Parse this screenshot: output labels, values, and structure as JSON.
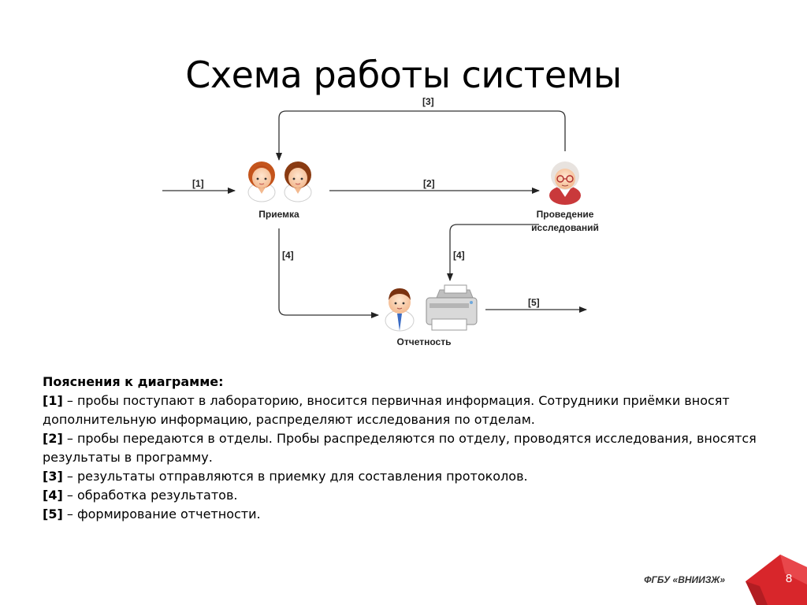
{
  "title": "Схема работы системы",
  "diagram": {
    "nodes": {
      "reception": "Приемка",
      "research_line1": "Проведение",
      "research_line2": "исследований",
      "reporting": "Отчетность"
    },
    "edges": {
      "e1": "[1]",
      "e2": "[2]",
      "e3": "[3]",
      "e4a": "[4]",
      "e4b": "[4]",
      "e5": "[5]"
    },
    "icons": {
      "reception": "two-women-icon",
      "research": "elderly-scientist-icon",
      "reporting_person": "man-with-tie-icon",
      "reporting_device": "printer-icon"
    }
  },
  "notes": {
    "heading": "Пояснения к диаграмме:",
    "items": [
      {
        "tag": "[1]",
        "text": " – пробы поступают в лабораторию, вносится первичная информация. Сотрудники приёмки вносят дополнительную информацию, распределяют исследования по отделам."
      },
      {
        "tag": "[2]",
        "text": " – пробы передаются в отделы. Пробы распределяются по отделу, проводятся исследования, вносятся результаты в программу."
      },
      {
        "tag": "[3]",
        "text": " – результаты отправляются в приемку для составления протоколов."
      },
      {
        "tag": "[4]",
        "text": " – обработка результатов."
      },
      {
        "tag": "[5]",
        "text": " – формирование отчетности."
      }
    ]
  },
  "footer": {
    "org": "ФГБУ «ВНИИЗЖ»",
    "page": "8"
  },
  "colors": {
    "accent_red": "#d8262b",
    "line": "#333333"
  }
}
